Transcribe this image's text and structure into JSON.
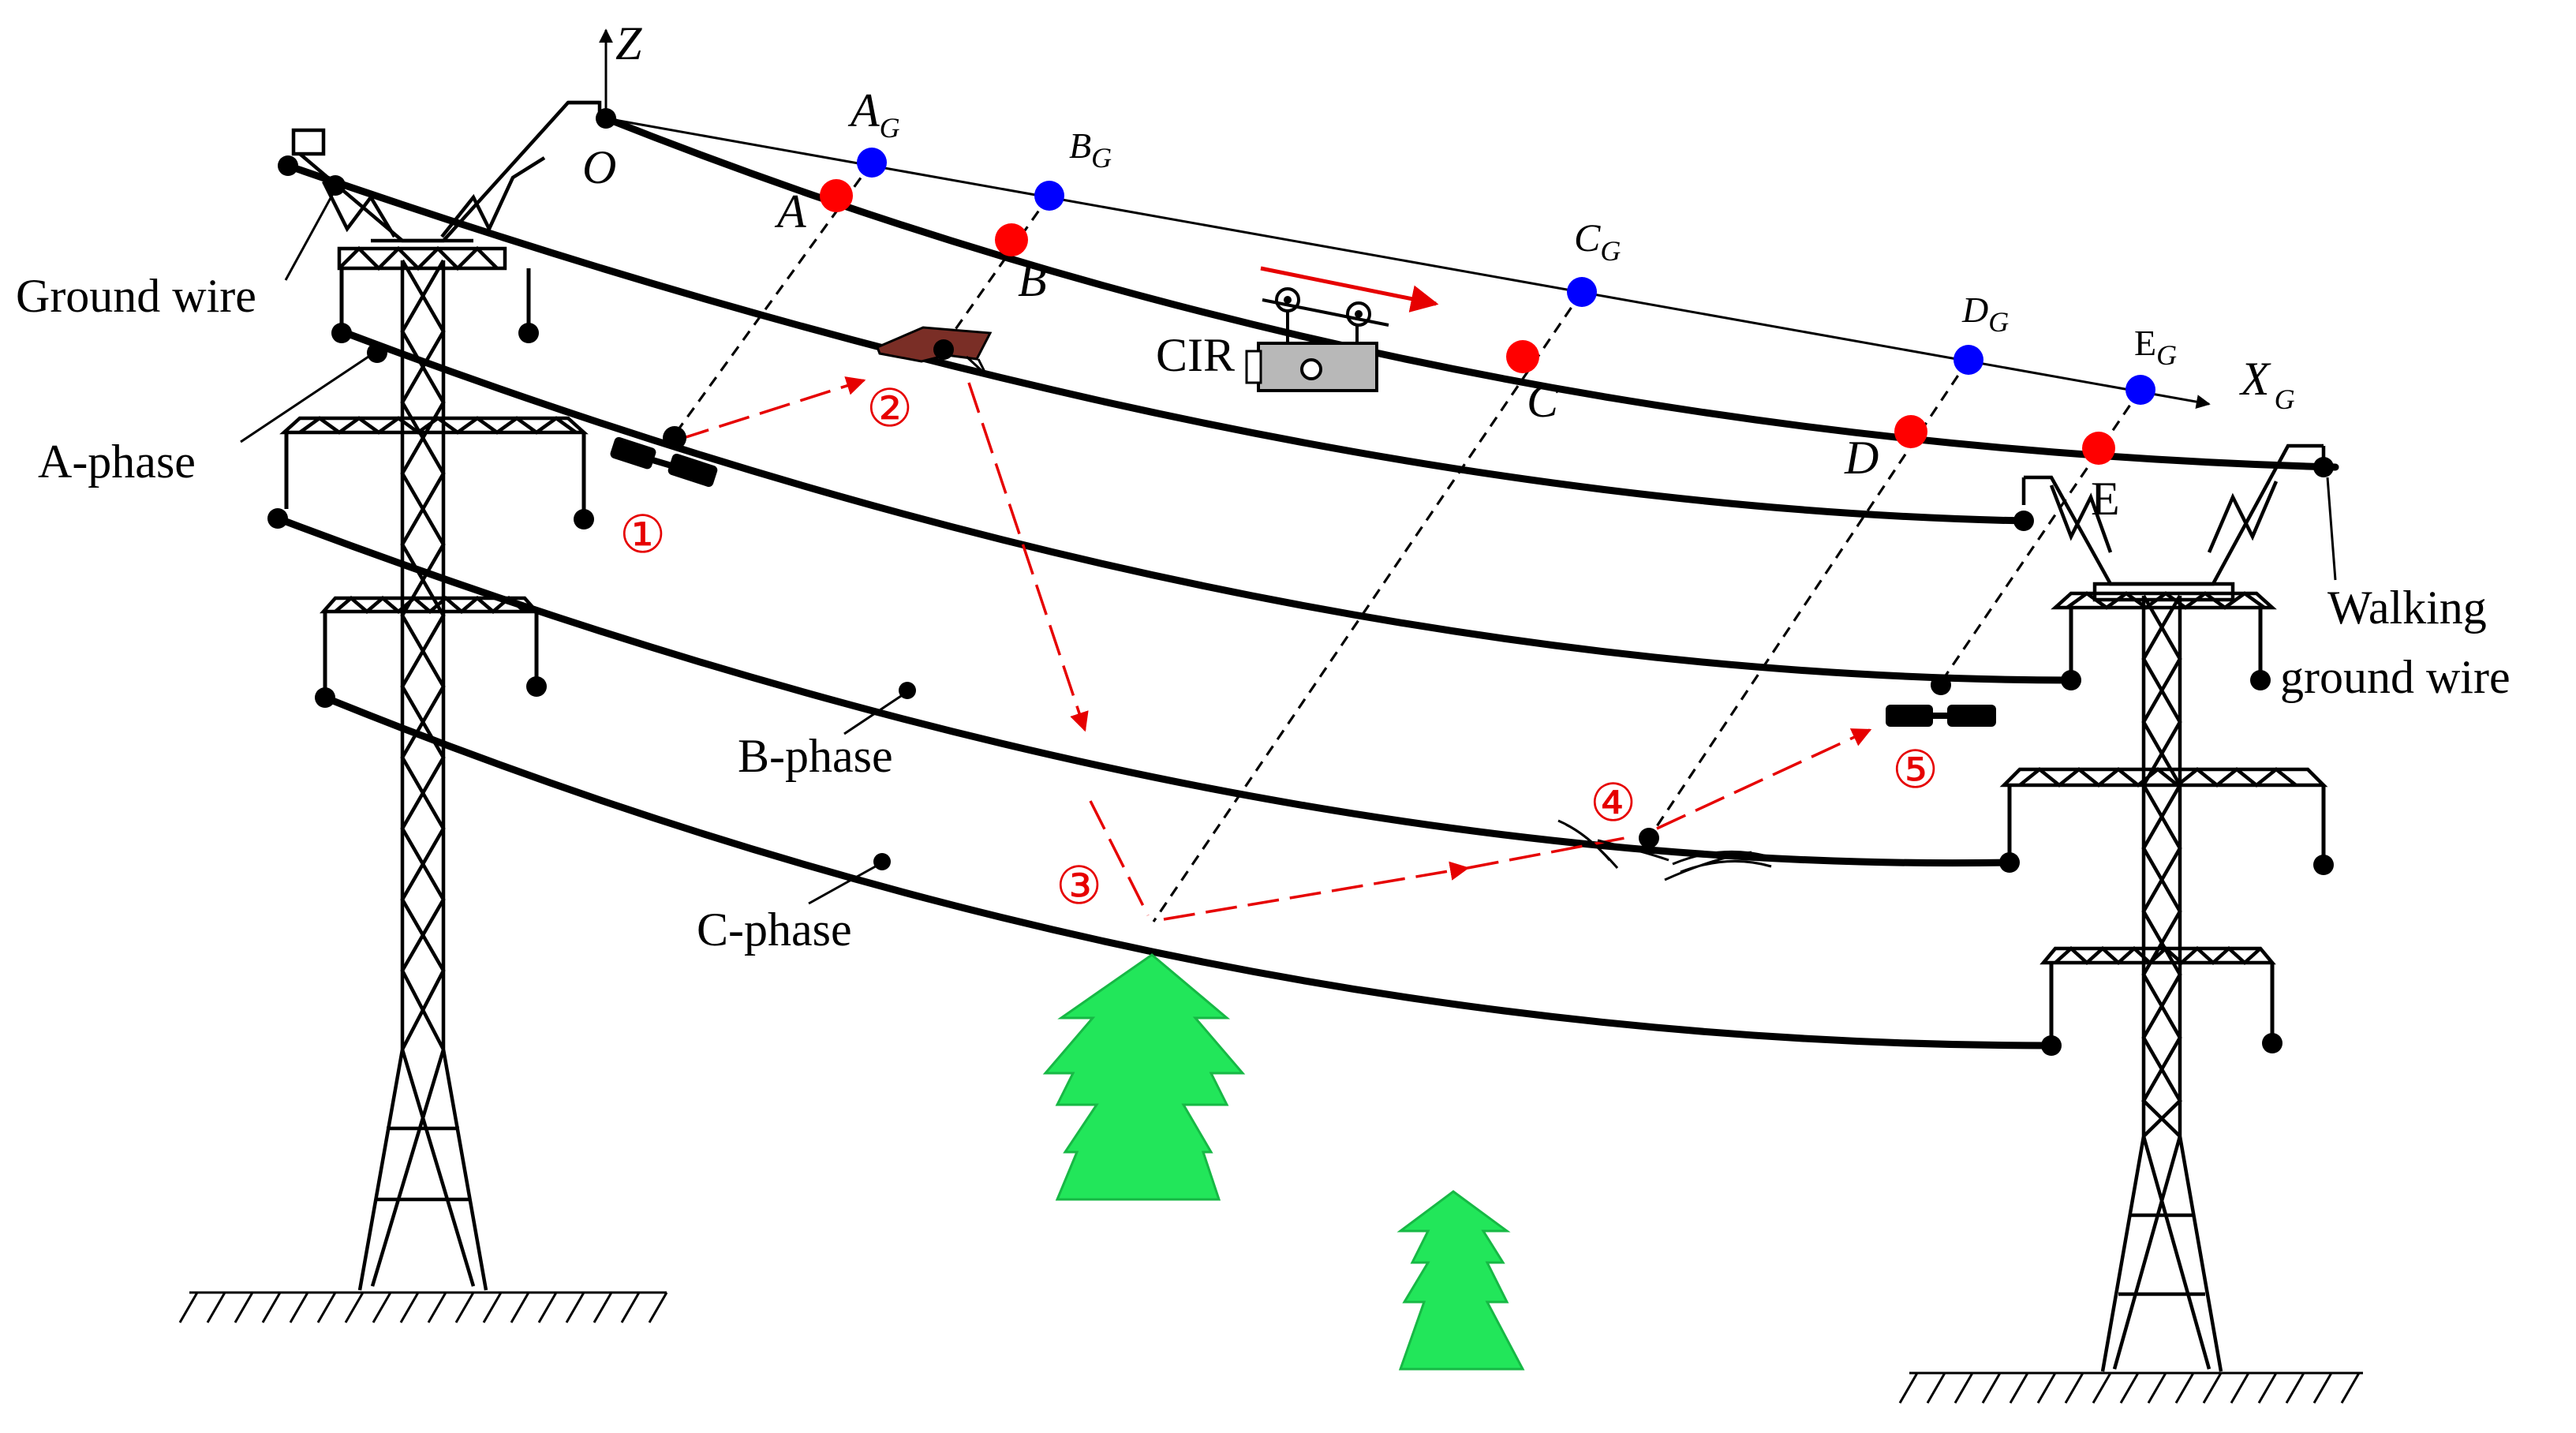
{
  "labels": {
    "axis_z": "Z",
    "axis_x": "X",
    "axis_x_sub": "G",
    "origin": "O",
    "ground_wire": "Ground wire",
    "a_phase": "A-phase",
    "b_phase": "B-phase",
    "c_phase": "C-phase",
    "walking_ground_wire_line1": "Walking",
    "walking_ground_wire_line2": "ground wire",
    "cir": "CIR"
  },
  "ground_points": [
    {
      "letter": "A",
      "sub": "G"
    },
    {
      "letter": "B",
      "sub": "G"
    },
    {
      "letter": "C",
      "sub": "G"
    },
    {
      "letter": "D",
      "sub": "G"
    },
    {
      "letter": "E",
      "sub": "G"
    }
  ],
  "wire_points": [
    "A",
    "B",
    "C",
    "D",
    "E"
  ],
  "markers": [
    "①",
    "②",
    "③",
    "④",
    "⑤"
  ],
  "colors": {
    "ground_point": "#0000ff",
    "wire_point": "#ff0000",
    "path": "#e60000",
    "tree": "#22e65a",
    "tree_edge": "#17b845",
    "damper": "#7a2e26",
    "robot": "#b8b8b8"
  }
}
